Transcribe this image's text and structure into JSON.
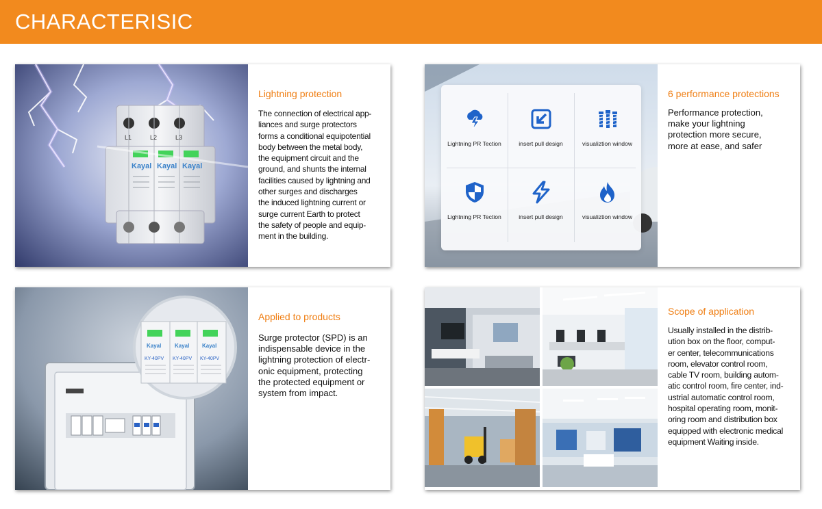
{
  "header": {
    "title": "CHARACTERISIC"
  },
  "cards": {
    "lightning": {
      "heading": "Lightning protection",
      "body": [
        "The connection of electrical app-",
        "liances and surge protectors",
        "forms a conditional equipotential",
        "body between the metal body,",
        "the equipment circuit and the",
        "ground, and shunts the internal",
        "facilities caused by lightning and",
        "other surges and discharges",
        "the induced lightning current or",
        "surge current Earth to protect",
        "the safety of people and equip-",
        "ment in the building."
      ],
      "device": {
        "terminals": [
          "L1",
          "L2",
          "L3"
        ],
        "brand": "Kayal"
      }
    },
    "performance": {
      "heading": "6 performance protections",
      "body": [
        "Performance protection,",
        "make your lightning",
        "protection more secure,",
        "more at ease, and safer"
      ],
      "features": [
        {
          "label": "Lightning PR Tection",
          "icon": "lightning-cloud-icon"
        },
        {
          "label": "insert pull design",
          "icon": "insert-arrow-icon"
        },
        {
          "label": "visualiztion window",
          "icon": "screws-icon"
        },
        {
          "label": "Lightning PR Tection",
          "icon": "shield-icon"
        },
        {
          "label": "insert pull design",
          "icon": "bolt-icon"
        },
        {
          "label": "visualiztion window",
          "icon": "flame-icon"
        }
      ]
    },
    "applied": {
      "heading": "Applied to products",
      "body": [
        "Surge protector (SPD) is an",
        "indispensable device in the",
        "lightning protection of electr-",
        "onic equipment, protecting",
        "the protected equipment or",
        "system from impact."
      ],
      "device": {
        "brand": "Kayal",
        "model": "KY-40PV"
      }
    },
    "scope": {
      "heading": "Scope of application",
      "body": [
        "Usually installed in the distrib-",
        "ution box on the floor, comput-",
        "er center, telecommunications",
        "room, elevator control room,",
        "cable TV room, building autom-",
        "atic control room, fire center, ind-",
        "ustrial automatic control room,",
        "hospital operating room, monit-",
        "oring room and distribution box",
        "equipped with electronic medical",
        "equipment Waiting inside."
      ]
    }
  },
  "colors": {
    "accent": "#f28a1e",
    "heading": "#ef7d11",
    "icon_blue": "#1f63c9"
  }
}
